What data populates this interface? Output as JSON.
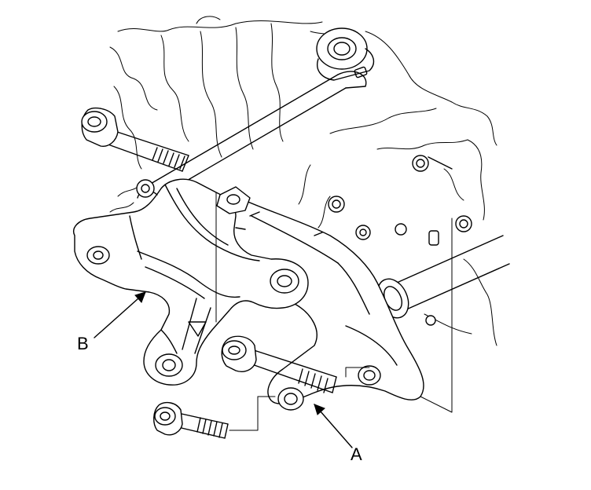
{
  "callouts": [
    {
      "id": "A",
      "text": "A"
    },
    {
      "id": "B",
      "text": "B"
    }
  ],
  "line_color": "#000000",
  "background_color": "#ffffff"
}
